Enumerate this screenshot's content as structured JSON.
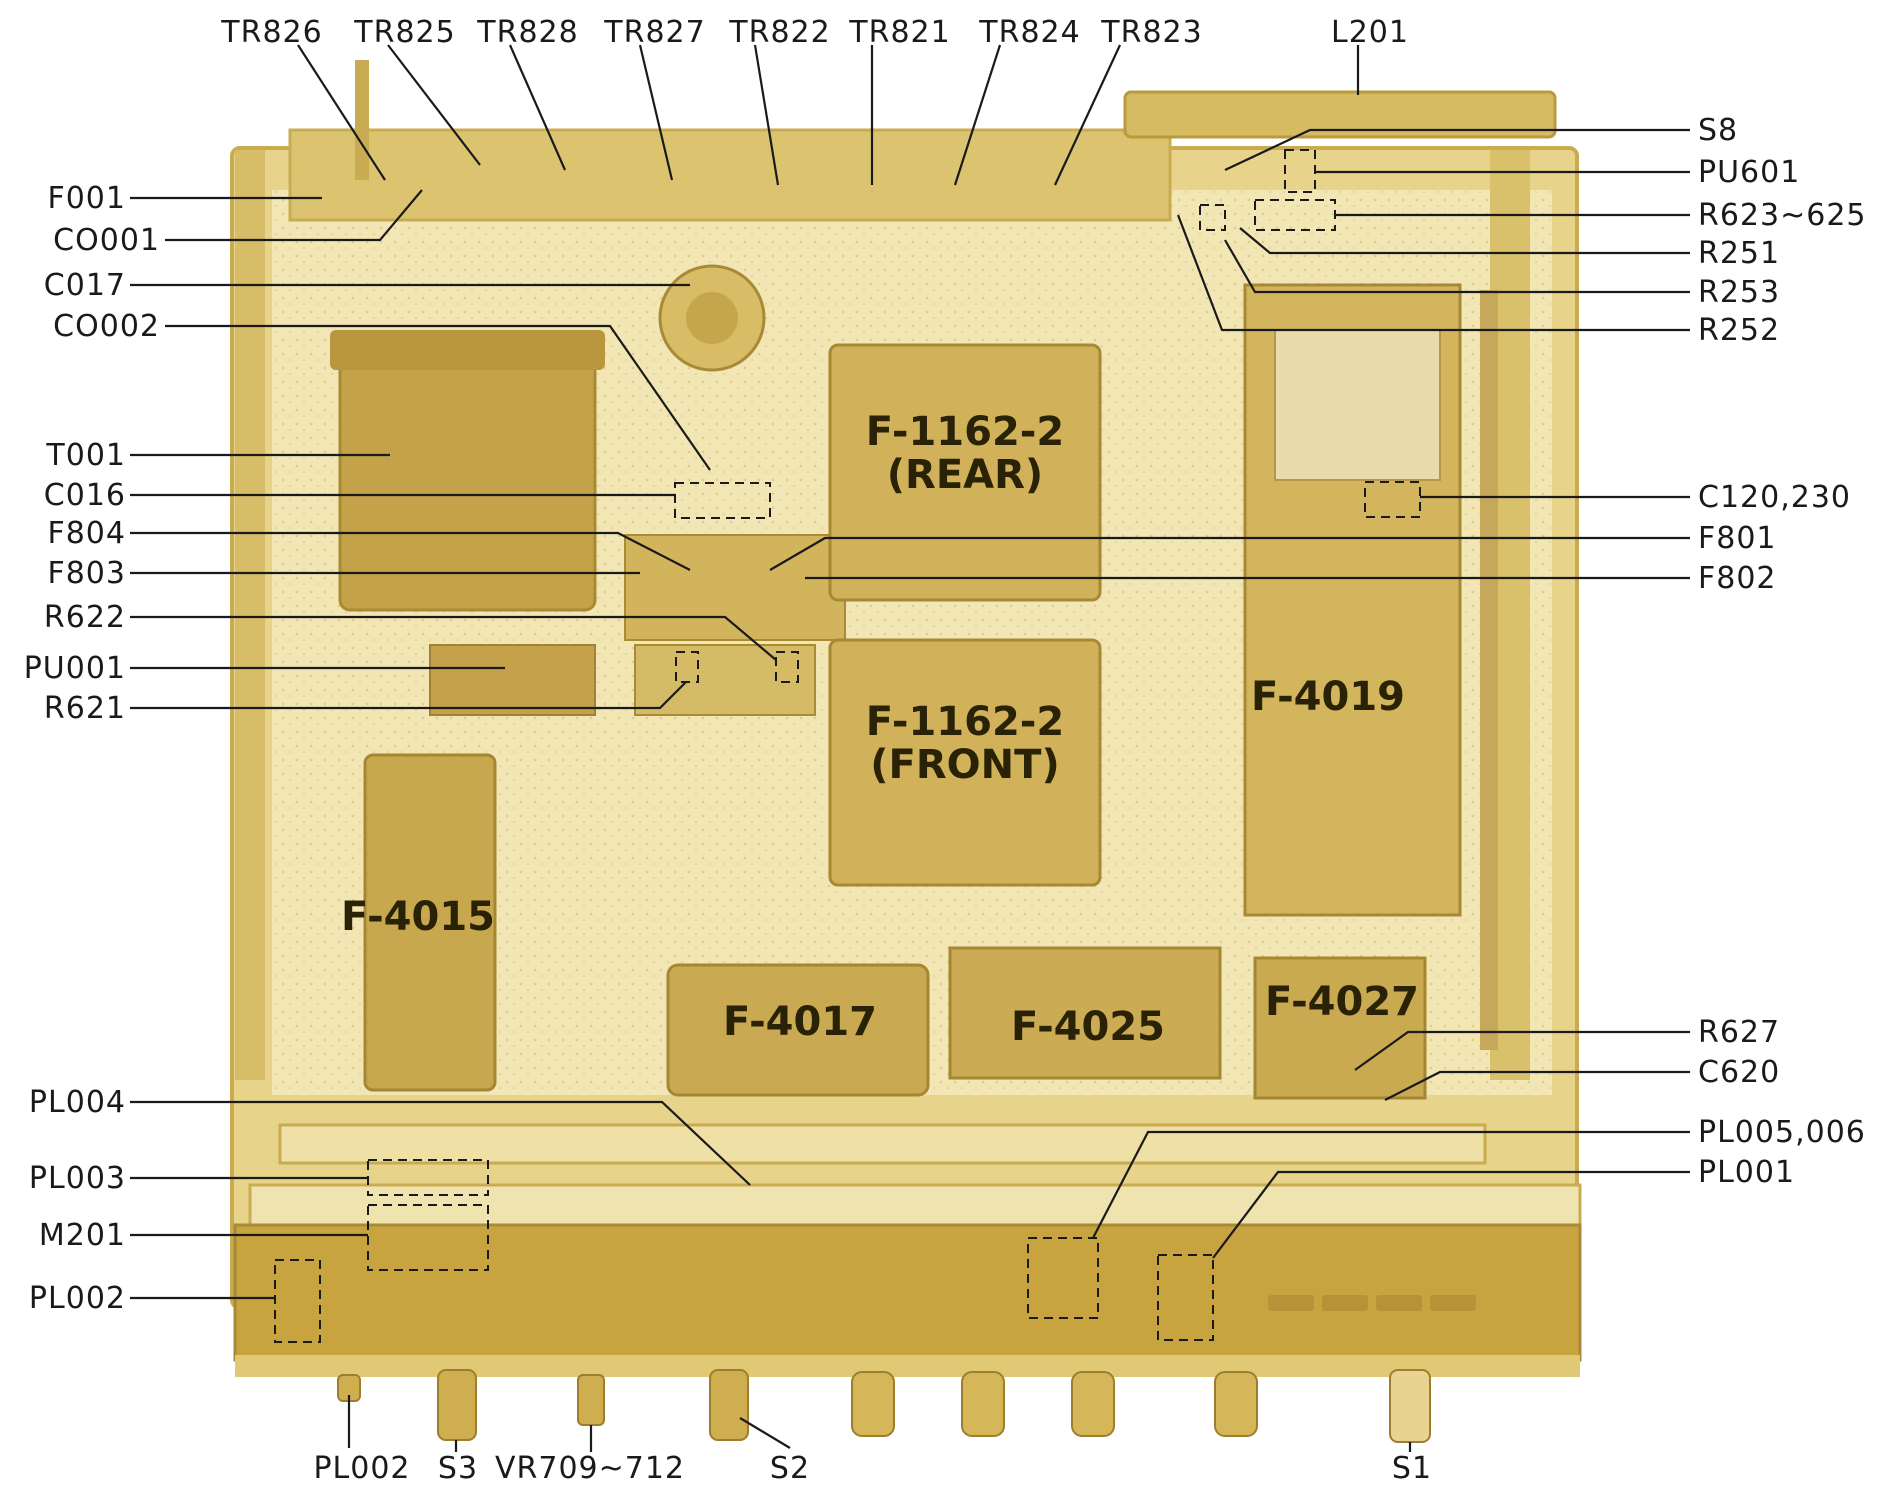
{
  "colors": {
    "chassis": "#e7d38a",
    "chassis_light": "#f2e6b4",
    "chassis_dark": "#c9ac52",
    "board": "#d4b55c",
    "panel": "#c7a440",
    "label": "#1a1a1a"
  },
  "boards": [
    {
      "id": "F-1162-2 (REAR)",
      "lines": [
        "F-1162-2",
        "(REAR)"
      ]
    },
    {
      "id": "F-1162-2 (FRONT)",
      "lines": [
        "F-1162-2",
        "(FRONT)"
      ]
    },
    {
      "id": "F-4019",
      "lines": [
        "F-4019"
      ]
    },
    {
      "id": "F-4015",
      "lines": [
        "F-4015"
      ]
    },
    {
      "id": "F-4017",
      "lines": [
        "F-4017"
      ]
    },
    {
      "id": "F-4025",
      "lines": [
        "F-4025"
      ]
    },
    {
      "id": "F-4027",
      "lines": [
        "F-4027"
      ]
    }
  ],
  "labels": {
    "top": [
      "TR826",
      "TR825",
      "TR828",
      "TR827",
      "TR822",
      "TR821",
      "TR824",
      "TR823",
      "L201"
    ],
    "left": [
      "F001",
      "CO001",
      "C017",
      "CO002",
      "T001",
      "C016",
      "F804",
      "F803",
      "R622",
      "PU001",
      "R621",
      "PL004",
      "PL003",
      "M201",
      "PL002"
    ],
    "right": [
      "S8",
      "PU601",
      "R623~625",
      "R251",
      "R253",
      "R252",
      "C120,230",
      "F801",
      "F802",
      "R627",
      "C620",
      "PL005,006",
      "PL001"
    ],
    "bottom": [
      "PL002",
      "S3",
      "VR709~712",
      "S2",
      "S1"
    ]
  }
}
